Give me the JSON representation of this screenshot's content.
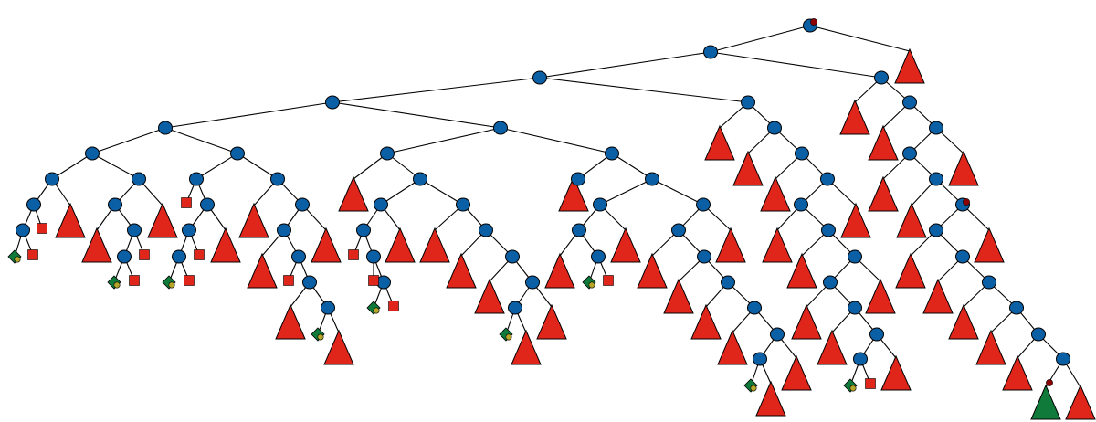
{
  "diagram": {
    "type": "tree",
    "legend": [],
    "node_kinds": {
      "internal": "blue-circle-node",
      "collapsed_subtree": "red-triangle",
      "leaf": "red-square-leaf",
      "special_leaf": "green-diamond-leaf",
      "marker": "dark-red-dot-marker",
      "highlighted_subtree": "green-triangle"
    },
    "colors": {
      "internal_fill": "#0b5fa5",
      "triangle_fill": "#e0261b",
      "square_fill": "#e0261b",
      "diamond_fill": "#0f7a3a",
      "diamond_dot": "#b5a62a",
      "marker_fill": "#8b0000",
      "highlight_triangle_fill": "#0f7a3a",
      "edge_color": "#000000"
    }
  }
}
